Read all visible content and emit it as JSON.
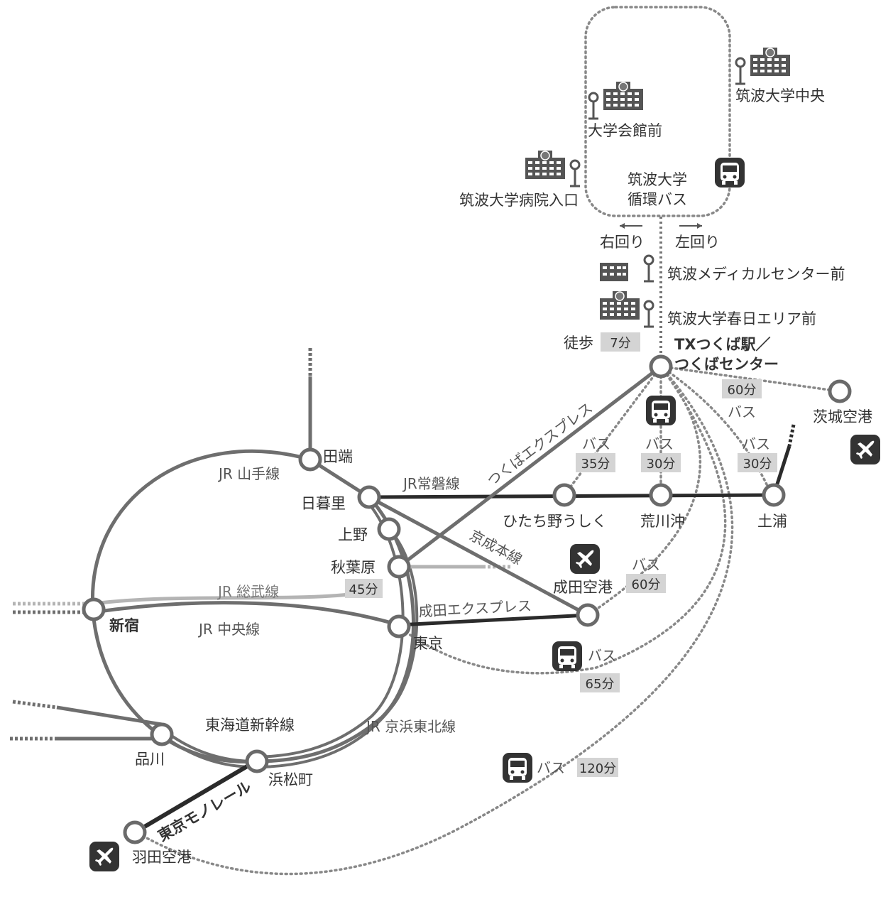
{
  "campus": {
    "loop_title_1": "筑波大学",
    "loop_title_2": "循環バス",
    "dir_right": "右回り",
    "dir_left": "左回り",
    "stops": {
      "chuo": "筑波大学中央",
      "kaikan": "大学会館前",
      "hospital": "筑波大学病院入口",
      "medical": "筑波メディカルセンター前",
      "kasuga": "筑波大学春日エリア前"
    },
    "walk_label": "徒歩",
    "walk_time": "7分"
  },
  "stations": {
    "tsukuba_1": "TXつくば駅／",
    "tsukuba_2": "つくばセンター",
    "ibaraki": "茨城空港",
    "tabata": "田端",
    "nippori": "日暮里",
    "ueno": "上野",
    "akihabara": "秋葉原",
    "shinjuku": "新宿",
    "tokyo": "東京",
    "shinagawa": "品川",
    "hamamatsucho": "浜松町",
    "haneda": "羽田空港",
    "narita": "成田空港",
    "hitachino": "ひたち野うしく",
    "arakawaoki": "荒川沖",
    "tsuchiura": "土浦"
  },
  "lines": {
    "tx": "つくばエクスプレス",
    "yamanote": "JR 山手線",
    "joban": "JR常磐線",
    "keisei": "京成本線",
    "sobu": "JR 総武線",
    "chuo": "JR 中央線",
    "narita_exp": "成田エクスプレス",
    "tokaido": "東海道新幹線",
    "keihin": "JR 京浜東北線",
    "monorail": "東京モノレール"
  },
  "times": {
    "akiba": "45分",
    "ibaraki_bus": "バス",
    "ibaraki_time": "60分",
    "hitachino_bus": "バス",
    "hitachino_time": "35分",
    "arakawa_bus": "バス",
    "arakawa_time": "30分",
    "tsuchiura_bus": "バス",
    "tsuchiura_time": "30分",
    "narita_bus": "バス",
    "narita_time": "60分",
    "tokyo_bus": "バス",
    "tokyo_time": "65分",
    "haneda_bus": "バス",
    "haneda_time": "120分"
  },
  "colors": {
    "line_dark": "#2b2b2b",
    "line_mid": "#6e6e6e",
    "line_light": "#b4b4b4",
    "icon": "#333333",
    "badge": "#d4d4d4"
  }
}
